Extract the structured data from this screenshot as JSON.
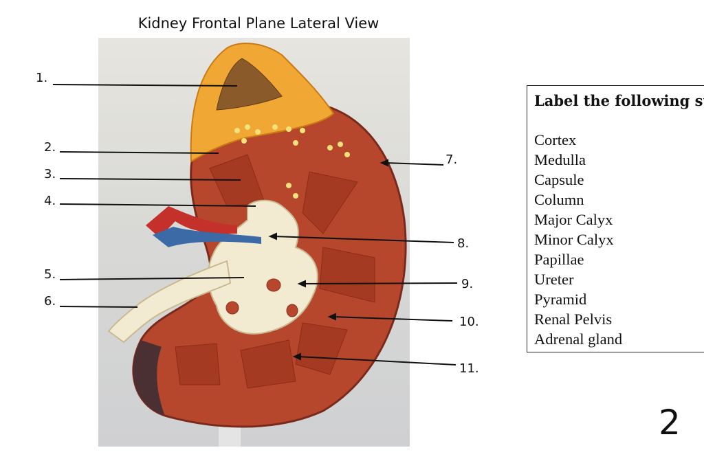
{
  "title": "Kidney Frontal Plane Lateral View",
  "callouts": [
    "1.",
    "2.",
    "3.",
    "4.",
    "5.",
    "6.",
    "7.",
    "8.",
    "9.",
    "10.",
    "11."
  ],
  "label_box": {
    "heading": "Label the following structures",
    "terms": [
      "Cortex",
      "Medulla",
      "Capsule",
      "Column",
      "Major Calyx",
      "Minor Calyx",
      "Papillae",
      "Ureter",
      "Pyramid",
      "Renal Pelvis",
      "Adrenal gland"
    ]
  },
  "page_number": "2",
  "colors": {
    "cortex": "#b6472d",
    "capsule": "#f0a733",
    "pelvis": "#f3ead2",
    "artery": "#c4312a",
    "vein": "#3b6aa6",
    "pyramid": "#a43a22"
  }
}
